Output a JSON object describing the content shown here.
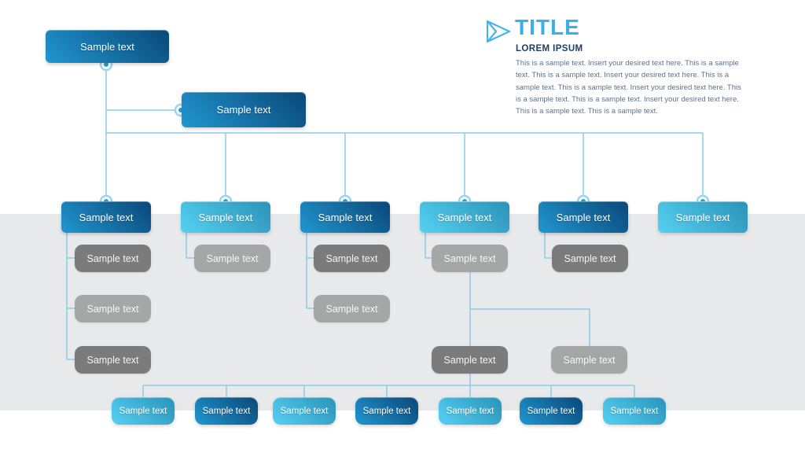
{
  "header": {
    "title": "TITLE",
    "subtitle": "LOREM IPSUM",
    "body": "This is a sample text. Insert your desired text here. This is a sample text. This is a sample text. Insert your desired text here. This is a sample text. This is a sample text. Insert your desired text here. This is a sample text. This is a sample text. Insert your desired text here. This is a sample text. This is a sample text.",
    "icon": "paper-plane-icon",
    "title_color": "#3bb0e6",
    "subtitle_color": "#1d3f66",
    "body_color": "#5d7389"
  },
  "colors": {
    "dark_blue_gradient_start": "#0a4878",
    "dark_blue_gradient_end": "#2196d0",
    "cyan_gradient_start": "#2b92b8",
    "cyan_gradient_end": "#55d1f2",
    "dark_gray": "#7b7b7b",
    "light_gray": "#a5a6a6",
    "connector_line": "#8bcce8",
    "connector_node_dot": "#2aa2cd",
    "background_band": "#e8e9ea"
  },
  "orgchart": {
    "root": {
      "label": "Sample text"
    },
    "assistant": {
      "label": "Sample text"
    },
    "level2": [
      {
        "label": "Sample text"
      },
      {
        "label": "Sample text"
      },
      {
        "label": "Sample text"
      },
      {
        "label": "Sample text"
      },
      {
        "label": "Sample text"
      },
      {
        "label": "Sample text"
      }
    ],
    "children": {
      "col1": [
        {
          "label": "Sample text"
        },
        {
          "label": "Sample text"
        },
        {
          "label": "Sample text"
        }
      ],
      "col2": [
        {
          "label": "Sample text"
        }
      ],
      "col3": [
        {
          "label": "Sample text"
        },
        {
          "label": "Sample text"
        }
      ],
      "col4": [
        {
          "label": "Sample text"
        }
      ],
      "col4_sub": [
        {
          "label": "Sample text"
        },
        {
          "label": "Sample text"
        }
      ],
      "col5": [
        {
          "label": "Sample text"
        }
      ]
    },
    "bottom_row": [
      {
        "label": "Sample text"
      },
      {
        "label": "Sample text"
      },
      {
        "label": "Sample text"
      },
      {
        "label": "Sample text"
      },
      {
        "label": "Sample text"
      },
      {
        "label": "Sample text"
      },
      {
        "label": "Sample text"
      }
    ]
  }
}
